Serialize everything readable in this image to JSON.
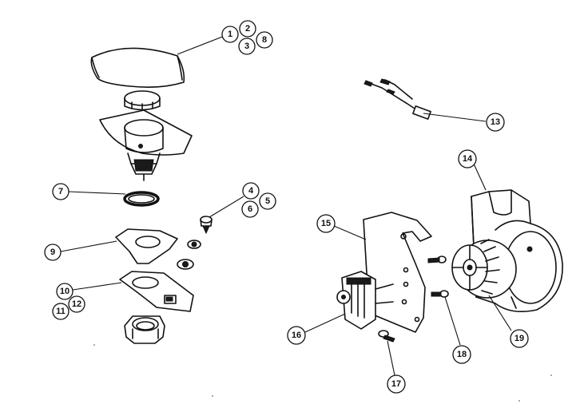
{
  "callouts": {
    "c1": "1",
    "c2": "2",
    "c3": "3",
    "c8": "8",
    "c4": "4",
    "c5": "5",
    "c6": "6",
    "c7": "7",
    "c9": "9",
    "c10": "10",
    "c11": "11",
    "c12": "12",
    "c13": "13",
    "c14": "14",
    "c15": "15",
    "c16": "16",
    "c17": "17",
    "c18": "18",
    "c19": "19"
  }
}
